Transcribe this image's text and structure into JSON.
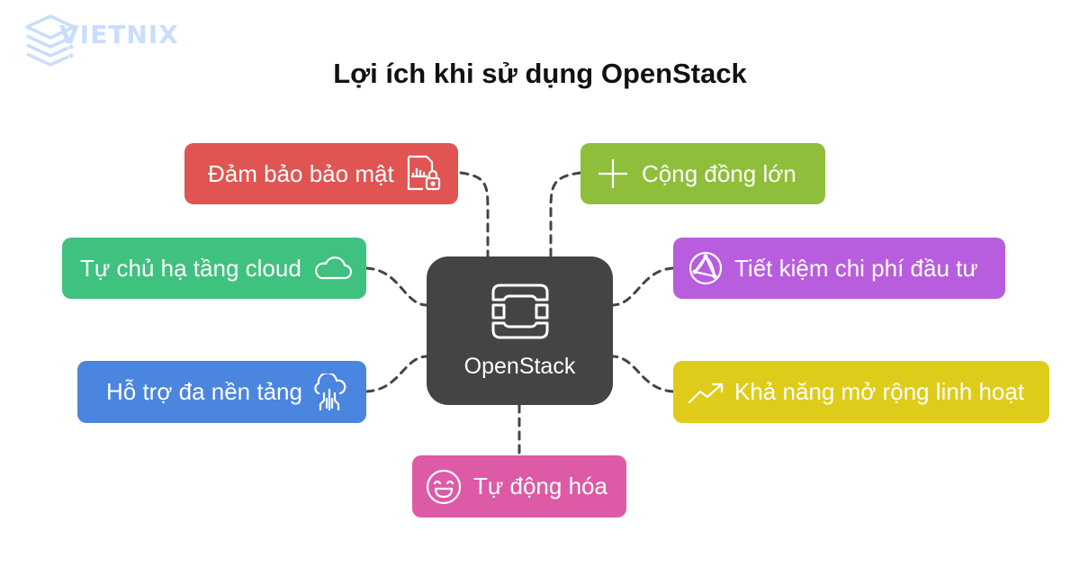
{
  "brand": {
    "logo_text": "VIETNIX",
    "logo_icon": "server-stack-icon"
  },
  "title": "Lợi ích khi sử dụng OpenStack",
  "center": {
    "label": "OpenStack",
    "icon": "openstack-logo-icon",
    "color": "#444444"
  },
  "nodes": [
    {
      "id": "security",
      "label": "Đảm bảo bảo mật",
      "icon": "secure-document-icon",
      "color": "#e05552"
    },
    {
      "id": "community",
      "label": "Cộng đồng lớn",
      "icon": "plus-icon",
      "color": "#8fbf3a"
    },
    {
      "id": "cloud-autonomy",
      "label": "Tự chủ hạ tầng cloud",
      "icon": "cloud-icon",
      "color": "#3fc17f"
    },
    {
      "id": "cost-saving",
      "label": "Tiết kiệm chi phí đầu tư",
      "icon": "network-globe-icon",
      "color": "#b95ddf"
    },
    {
      "id": "multi-platform",
      "label": "Hỗ trợ đa nền tảng",
      "icon": "cloud-connection-icon",
      "color": "#4a86e0"
    },
    {
      "id": "scalability",
      "label": "Khả năng mở rộng linh hoạt",
      "icon": "trending-up-icon",
      "color": "#dfcc1a"
    },
    {
      "id": "automation",
      "label": "Tự động hóa",
      "icon": "smile-face-icon",
      "color": "#dd5aa6"
    }
  ]
}
